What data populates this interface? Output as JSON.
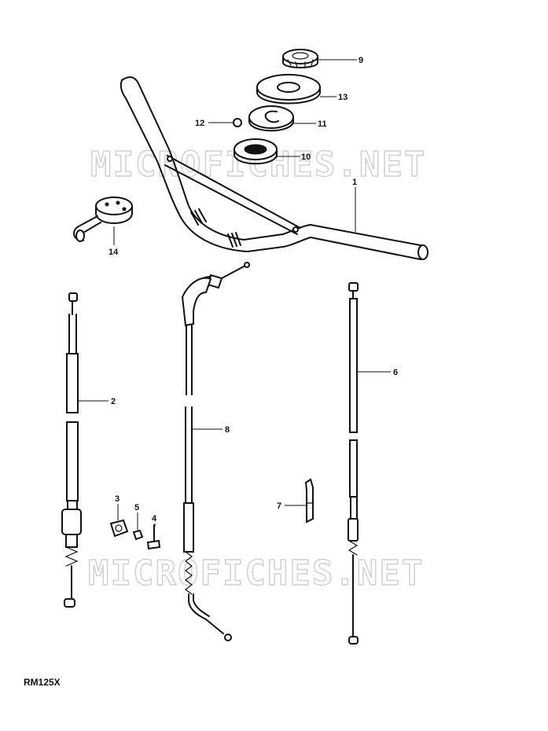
{
  "watermark": {
    "text": "MICROFICHES.NET"
  },
  "model_code": "RM125X",
  "callouts": [
    {
      "id": "9",
      "label": "9"
    },
    {
      "id": "13",
      "label": "13"
    },
    {
      "id": "12",
      "label": "12"
    },
    {
      "id": "11",
      "label": "11"
    },
    {
      "id": "10",
      "label": "10"
    },
    {
      "id": "1",
      "label": "1"
    },
    {
      "id": "14",
      "label": "14"
    },
    {
      "id": "2",
      "label": "2"
    },
    {
      "id": "8",
      "label": "8"
    },
    {
      "id": "6",
      "label": "6"
    },
    {
      "id": "7",
      "label": "7"
    },
    {
      "id": "3",
      "label": "3"
    },
    {
      "id": "5",
      "label": "5"
    },
    {
      "id": "4",
      "label": "4"
    }
  ]
}
